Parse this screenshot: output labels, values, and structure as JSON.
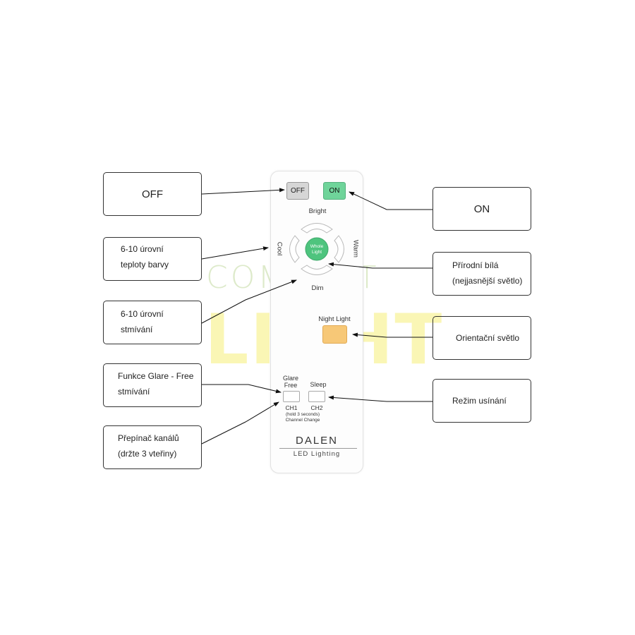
{
  "watermark": {
    "line1": "COMFORT",
    "line2": "LIGHT"
  },
  "remote": {
    "buttons": {
      "off": "OFF",
      "on": "ON",
      "whole_light_1": "Whole",
      "whole_light_2": "Light"
    },
    "labels": {
      "bright": "Bright",
      "dim": "Dim",
      "cool": "Cool",
      "warm": "Warm",
      "night_light": "Night Light",
      "glare_free_1": "Glare",
      "glare_free_2": "Free",
      "sleep": "Sleep",
      "ch1": "CH1",
      "ch2": "CH2",
      "hold_note": "(hold 3 seconds)",
      "channel_change": "Channel Change"
    },
    "brand": "DALEN",
    "brand_sub": "LED Lighting",
    "colors": {
      "on_button": "#6fd49a",
      "whole_light": "#4ec47e",
      "night_light": "#f7c877",
      "off_button": "#d4d4d4"
    }
  },
  "callouts": {
    "off": "OFF",
    "on": "ON",
    "color_temp_1": "6-10  úrovní",
    "color_temp_2": "teploty barvy",
    "natural_white_1": "Přírodní bílá",
    "natural_white_2": "(nejjasnější světlo)",
    "dimming_1": "6-10  úrovní",
    "dimming_2": "stmívání",
    "night_light": "Orientační světlo",
    "glare_free_1": "Funkce Glare - Free",
    "glare_free_2": "stmívání",
    "sleep_mode": "Režim usínání",
    "channel_1": "Přepínač kanálů",
    "channel_2": "(držte 3 vteřiny)"
  }
}
